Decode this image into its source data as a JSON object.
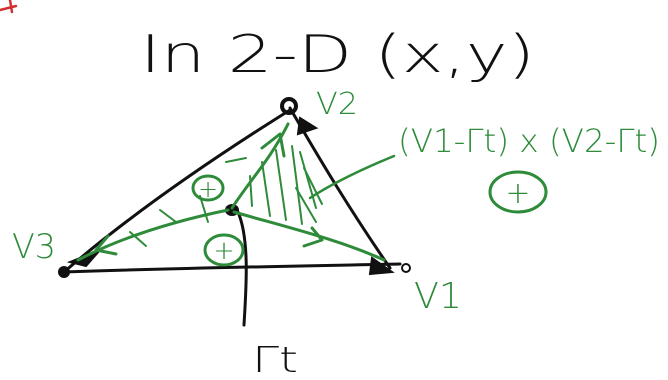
{
  "title": "In 2-D (x,y)",
  "vertices": {
    "v1": "V1",
    "v2": "V2",
    "v3": "V3"
  },
  "point": "Γt",
  "cross_product": "(V1-Γt) x (V2-Γt)",
  "sign_top": "+",
  "sign_bottom": "+",
  "sign_cross": "+",
  "colors": {
    "black_ink": "#111111",
    "green_ink": "#2e8b3a",
    "red_ink": "#d32f2f"
  }
}
